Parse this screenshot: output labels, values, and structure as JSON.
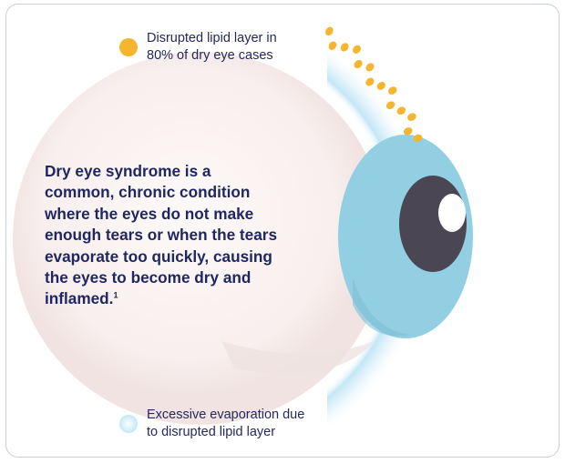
{
  "legend": {
    "lipid_label": "Disrupted lipid layer in\n80% of dry eye cases",
    "evaporation_label": "Excessive evaporation due\nto disrupted lipid layer"
  },
  "headline": {
    "text": "Dry eye syndrome is a common, chronic condition where the eyes do not make enough tears or when the tears evaporate too quickly, causing the eyes to become dry and inflamed.",
    "footnote": "1"
  },
  "colors": {
    "lipid_dot": "#f5b52e",
    "iris": "#8fcde0",
    "pupil": "#4a4654",
    "headline": "#1f2760"
  }
}
